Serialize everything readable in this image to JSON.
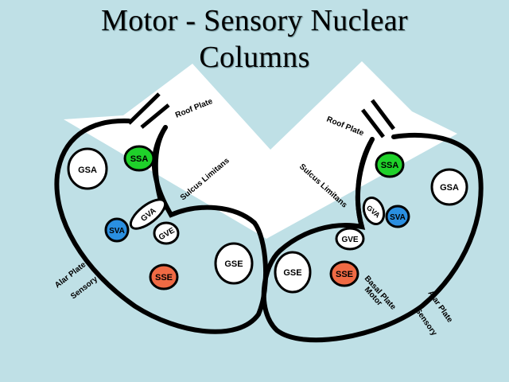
{
  "title": {
    "line1": "Motor - Sensory Nuclear",
    "line2": "Columns"
  },
  "colors": {
    "background": "#bfe0e6",
    "ssa": "#1fd12a",
    "sva": "#2a8fe0",
    "sse": "#ef6a44",
    "plain": "#ffffff"
  },
  "left": {
    "roof_plate": "Roof Plate",
    "sulcus_limitans": "Sulcus Limitans",
    "alar_plate": "Alar Plate",
    "sensory": "Sensory",
    "nuclei": {
      "gsa": "GSA",
      "ssa": "SSA",
      "gva": "GVA",
      "sva": "SVA",
      "gve": "GVE",
      "sse": "SSE",
      "gse": "GSE"
    }
  },
  "right": {
    "roof_plate": "Roof Plate",
    "sulcus_limitans": "Sulcus Limitans",
    "basal_plate": "Basal Plate",
    "motor": "Motor",
    "alar_plate": "Alar Plate",
    "sensory": "Sensory",
    "nuclei": {
      "ssa": "SSA",
      "gsa": "GSA",
      "gva": "GVA",
      "sva": "SVA",
      "gve": "GVE",
      "gse": "GSE",
      "sse": "SSE"
    }
  }
}
